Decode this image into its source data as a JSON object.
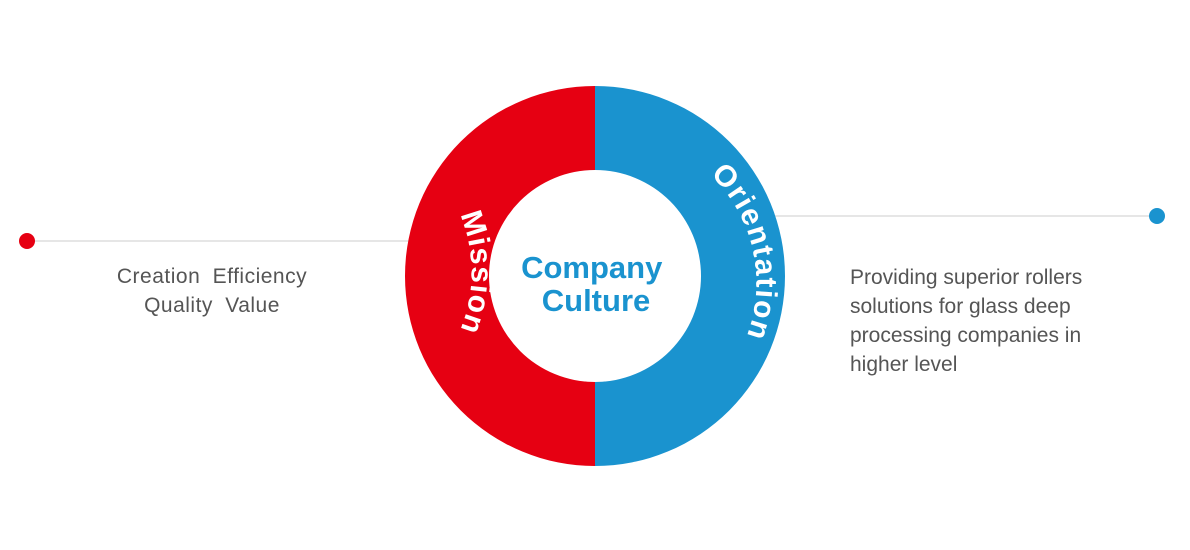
{
  "center": {
    "line1": "Company",
    "line2": "Culture"
  },
  "left_segment": {
    "label": "Mission",
    "lines": [
      "Creation  Efficiency",
      "Quality  Value"
    ]
  },
  "right_segment": {
    "label": "Orientation",
    "lines": [
      "Providing superior rollers",
      "solutions for glass deep",
      "processing companies in",
      "higher level"
    ]
  },
  "colors": {
    "mission": "#e60012",
    "orientation": "#1a93cf",
    "center_text": "#1a93cf",
    "connector_line": "#d8d8d8",
    "body_text": "#555555"
  }
}
